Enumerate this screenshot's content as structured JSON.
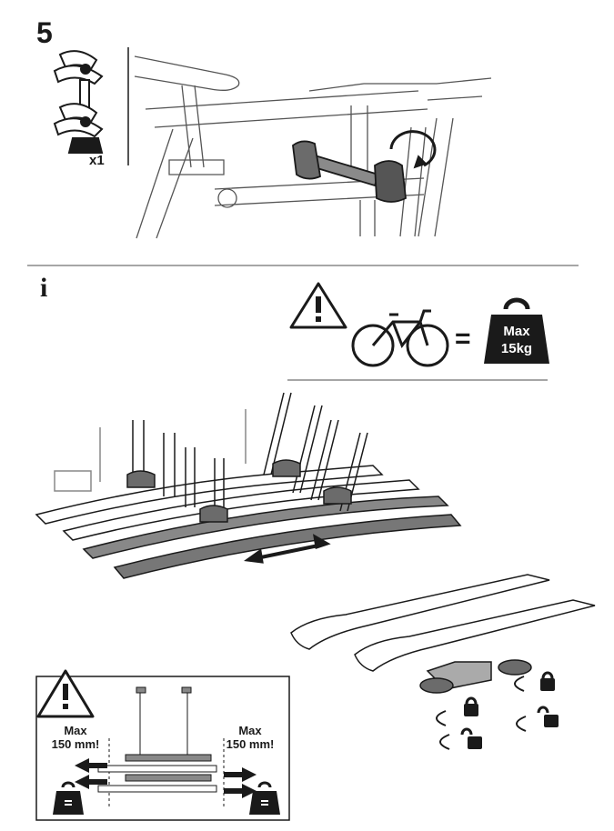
{
  "step": {
    "number": "5",
    "quantity": "x1"
  },
  "info": {
    "symbol": "i"
  },
  "load_limit": {
    "max_line1": "Max",
    "max_line2": "15kg",
    "equals": "="
  },
  "clearance": {
    "left_line1": "Max",
    "left_line2": "150 mm!",
    "right_line1": "Max",
    "right_line2": "150 mm!"
  },
  "icons": [
    "warning-icon",
    "bicycle-icon",
    "weight-icon",
    "padlock-icon",
    "unlock-icon",
    "rotate-arrow-icon",
    "double-arrow-icon"
  ],
  "colors": {
    "ink": "#1a1a1a",
    "rack_gray": "#6b6b6b",
    "light_gray": "#cfcfcf",
    "divider": "#888888"
  }
}
